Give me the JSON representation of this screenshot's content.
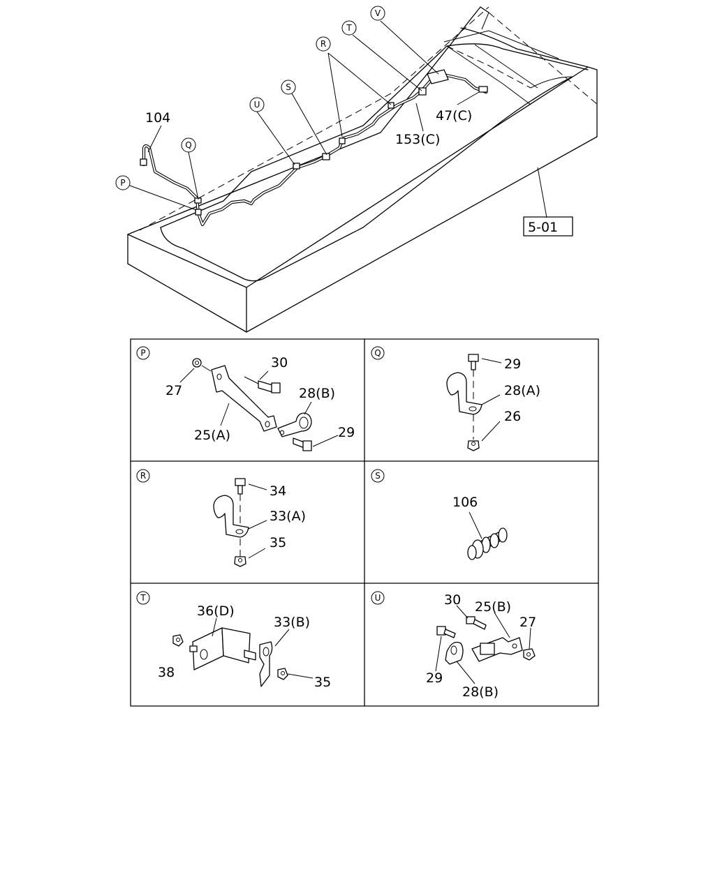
{
  "overview": {
    "callouts": {
      "P": "P",
      "Q": "Q",
      "R": "R",
      "S": "S",
      "T": "T",
      "U": "U",
      "V": "V"
    },
    "labels": {
      "pipe_104": "104",
      "pipe_47c": "47(C)",
      "pipe_153c": "153(C)",
      "ref_box": "5-01"
    }
  },
  "details": {
    "P": {
      "id": "P",
      "parts": [
        "27",
        "30",
        "28(B)",
        "25(A)",
        "29"
      ]
    },
    "Q": {
      "id": "Q",
      "parts": [
        "29",
        "28(A)",
        "26"
      ]
    },
    "R": {
      "id": "R",
      "parts": [
        "34",
        "33(A)",
        "35"
      ]
    },
    "S": {
      "id": "S",
      "parts": [
        "106"
      ]
    },
    "T": {
      "id": "T",
      "parts": [
        "36(D)",
        "33(B)",
        "38",
        "35"
      ]
    },
    "U": {
      "id": "U",
      "parts": [
        "30",
        "25(B)",
        "27",
        "29",
        "28(B)"
      ]
    }
  }
}
